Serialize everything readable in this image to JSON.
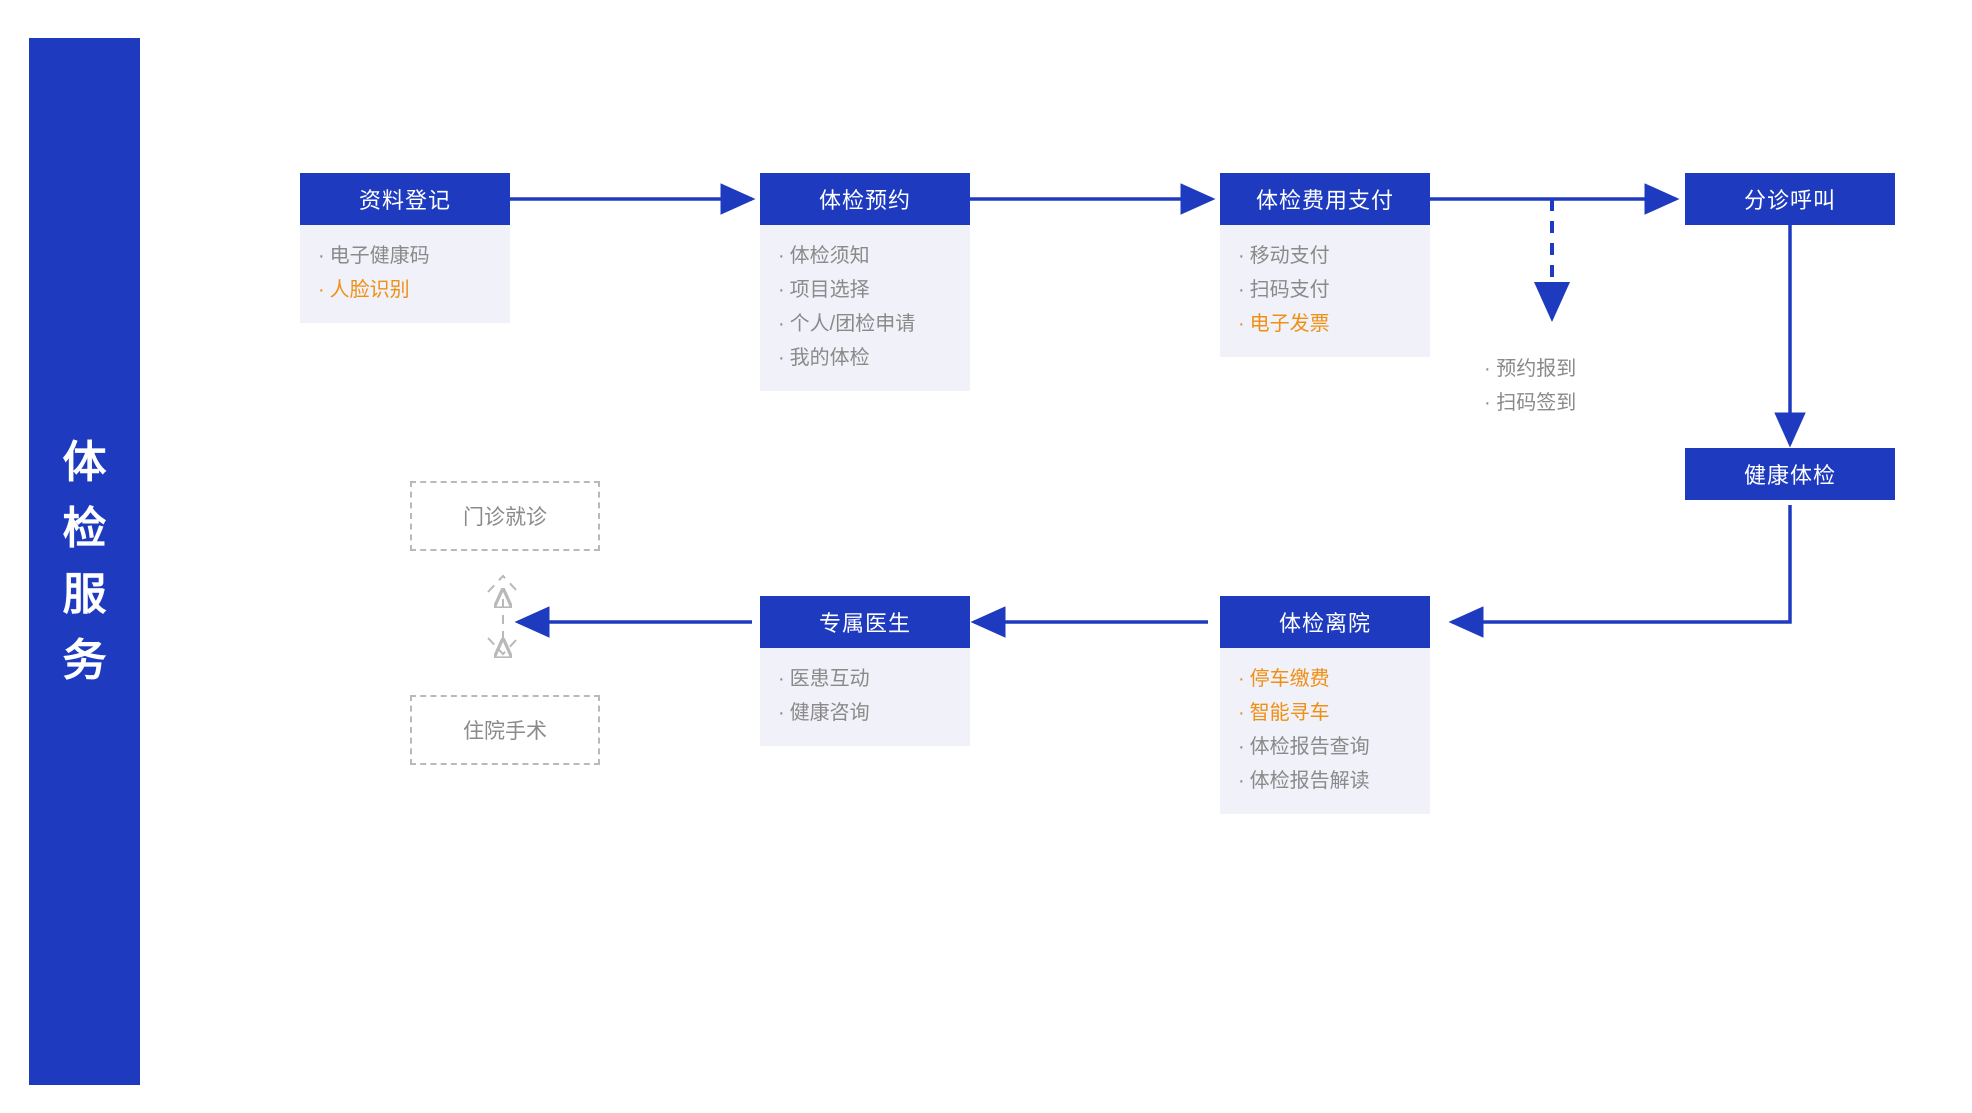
{
  "banner": {
    "name": "体检服务",
    "chars": [
      "体",
      "检",
      "服",
      "务"
    ],
    "bg_color": "#1e3bc0",
    "text_color": "#ffffff"
  },
  "colors": {
    "primary_blue": "#1e3bc0",
    "node_body_bg": "#f1f1f9",
    "muted_text": "#8a8a8a",
    "highlight_orange": "#ef9014",
    "ghost_border": "#b9b9b9"
  },
  "nodes": [
    {
      "id": "data-registration",
      "title": "资料登记",
      "items": [
        {
          "label": "电子健康码",
          "highlight": false
        },
        {
          "label": "人脸识别",
          "highlight": true
        }
      ]
    },
    {
      "id": "exam-appointment",
      "title": "体检预约",
      "items": [
        {
          "label": "体检须知",
          "highlight": false
        },
        {
          "label": "项目选择",
          "highlight": false
        },
        {
          "label": "个人/团检申请",
          "highlight": false
        },
        {
          "label": "我的体检",
          "highlight": false
        }
      ]
    },
    {
      "id": "exam-fee-payment",
      "title": "体检费用支付",
      "items": [
        {
          "label": "移动支付",
          "highlight": false
        },
        {
          "label": "扫码支付",
          "highlight": false
        },
        {
          "label": "电子发票",
          "highlight": true
        }
      ]
    },
    {
      "id": "triage-call",
      "title": "分诊呼叫",
      "items": []
    },
    {
      "id": "health-exam",
      "title": "健康体检",
      "items": []
    },
    {
      "id": "exam-discharge",
      "title": "体检离院",
      "items": [
        {
          "label": "停车缴费",
          "highlight": true
        },
        {
          "label": "智能寻车",
          "highlight": true
        },
        {
          "label": "体检报告查询",
          "highlight": false
        },
        {
          "label": "体检报告解读",
          "highlight": false
        }
      ]
    },
    {
      "id": "dedicated-doctor",
      "title": "专属医生",
      "items": [
        {
          "label": "医患互动",
          "highlight": false
        },
        {
          "label": "健康咨询",
          "highlight": false
        }
      ]
    }
  ],
  "ghost_nodes": [
    {
      "id": "outpatient-visit",
      "title": "门诊就诊"
    },
    {
      "id": "inpatient-surgery",
      "title": "住院手术"
    }
  ],
  "notes": [
    {
      "id": "checkin-note",
      "lines": [
        "· 预约报到",
        "· 扫码签到"
      ]
    }
  ],
  "bullet": "·"
}
